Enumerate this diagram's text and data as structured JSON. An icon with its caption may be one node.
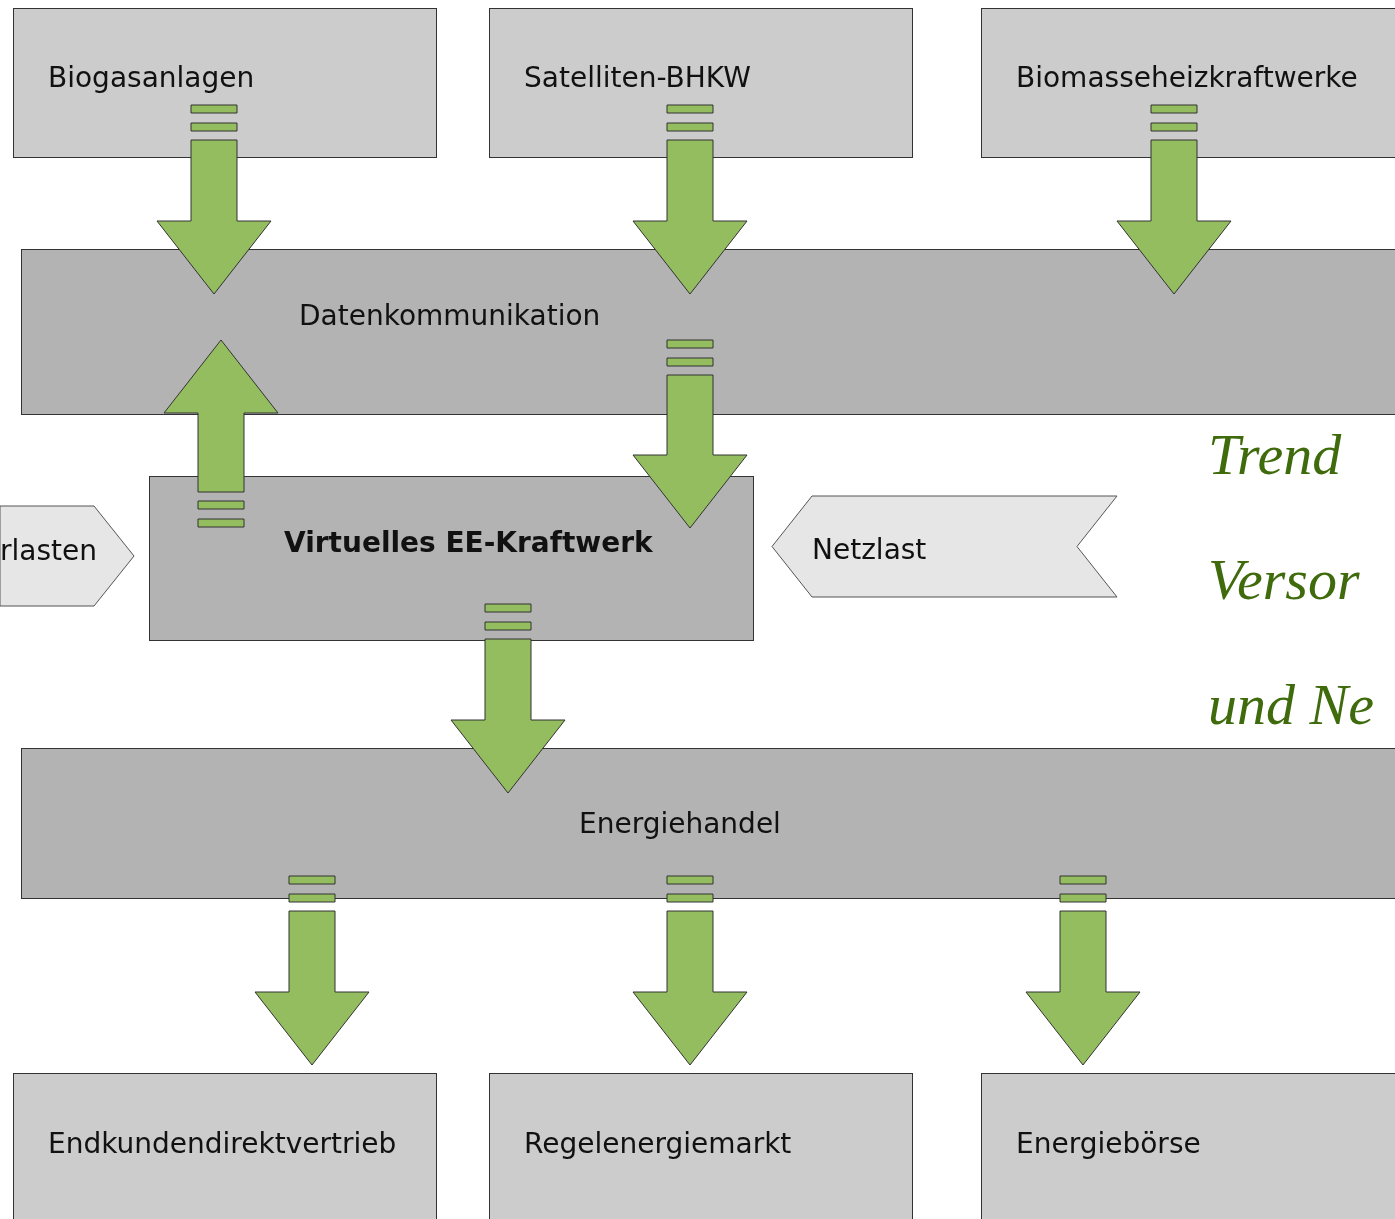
{
  "diagram": {
    "nodes": [
      {
        "text": [
          "Biogasanlagen"
        ]
      },
      {
        "text": [
          "Satelliten-BHKW"
        ]
      },
      {
        "text": [
          "Biomasseheizkraftwerke"
        ]
      },
      {
        "text": [
          "Datenkommunikation"
        ]
      },
      {
        "text": [
          "rlasten"
        ]
      },
      {
        "text": [
          "Virtuelles EE-Kraftwerk"
        ]
      },
      {
        "text": [
          "Netzlast"
        ]
      },
      {
        "text": [
          "Energiehandel"
        ]
      },
      {
        "text": [
          "Endkundendirektvertrieb"
        ]
      },
      {
        "text": [
          "Regelenergiemarkt"
        ]
      },
      {
        "text": [
          "Energiebörse"
        ]
      }
    ],
    "edges": [
      {
        "from": 0,
        "to": 3,
        "arrow": "to",
        "style": "thick"
      },
      {
        "from": 1,
        "to": 3,
        "arrow": "to",
        "style": "thick"
      },
      {
        "from": 2,
        "to": 3,
        "arrow": "to",
        "style": "thick"
      },
      {
        "from": 5,
        "to": 3,
        "arrow": "to",
        "style": "thick"
      },
      {
        "from": 3,
        "to": 5,
        "arrow": "to",
        "style": "thick"
      },
      {
        "from": 5,
        "to": 7,
        "arrow": "to",
        "style": "thick"
      },
      {
        "from": 7,
        "to": 8,
        "arrow": "to",
        "style": "thick"
      },
      {
        "from": 7,
        "to": 9,
        "arrow": "to",
        "style": "thick"
      },
      {
        "from": 7,
        "to": 10,
        "arrow": "to",
        "style": "thick"
      }
    ],
    "labels": [
      "Trend",
      "Versor",
      "und Ne"
    ]
  }
}
